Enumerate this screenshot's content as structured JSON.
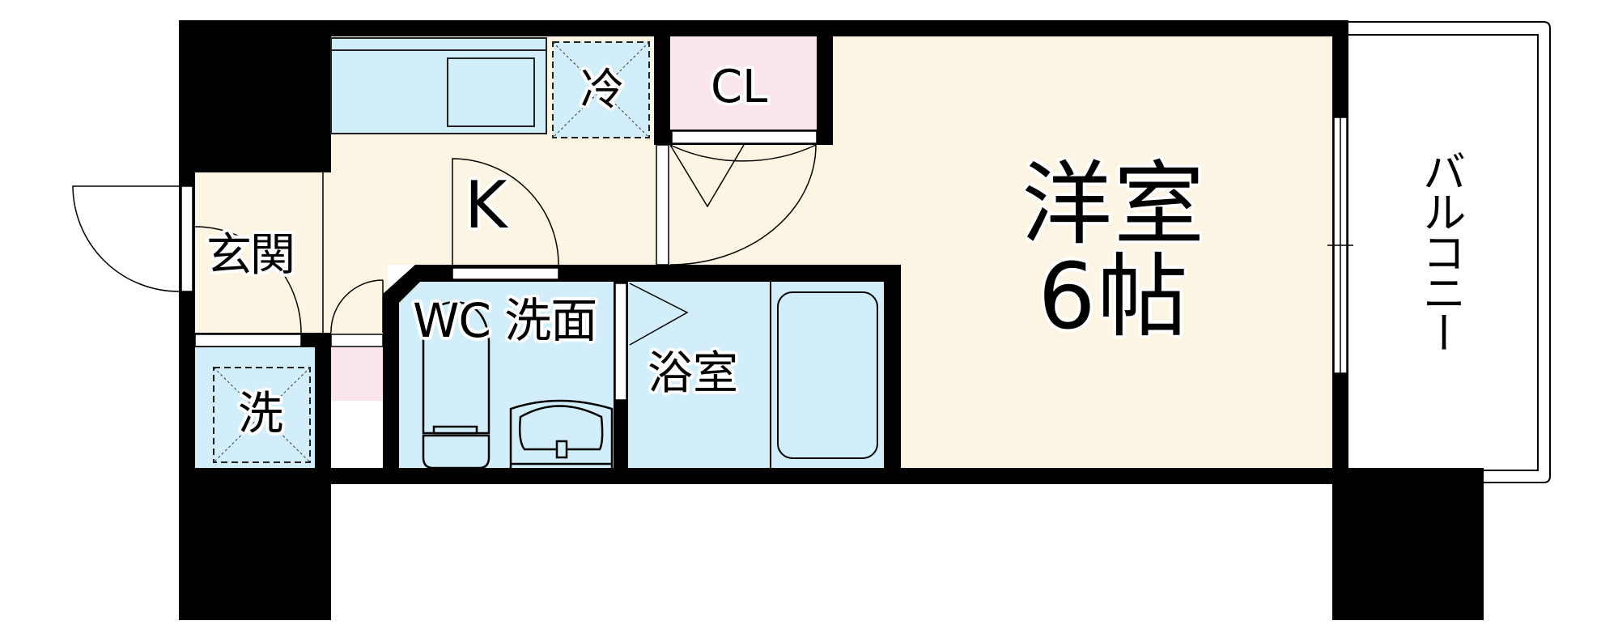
{
  "floorplan": {
    "colors": {
      "wall": "#000000",
      "floor_living": "#FDF5E3",
      "floor_wet": "#D2EEFA",
      "floor_storage": "#FBE6EE",
      "exterior": "#FFFFFF"
    },
    "rooms": {
      "kitchen": {
        "label": "K"
      },
      "entrance": {
        "label": "玄関"
      },
      "fridge_space": {
        "label": "冷"
      },
      "closet": {
        "label": "CL"
      },
      "wc_washroom": {
        "label": "WC 洗面"
      },
      "washer_space": {
        "label": "洗"
      },
      "bathroom": {
        "label": "浴室"
      },
      "western_room": {
        "label_line1": "洋室",
        "label_line2": "6帖",
        "size_jo": 6
      },
      "balcony": {
        "label": "バルコニー"
      }
    }
  }
}
